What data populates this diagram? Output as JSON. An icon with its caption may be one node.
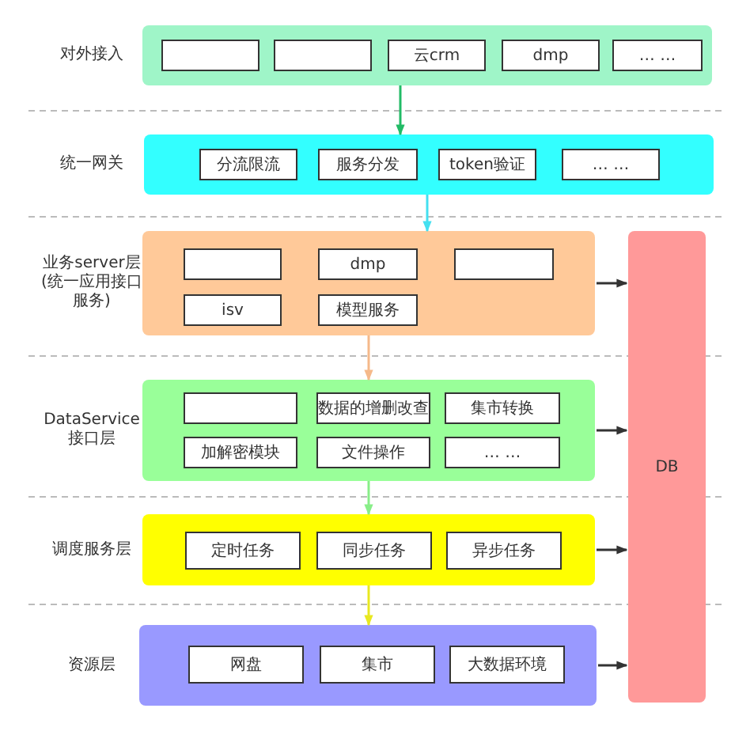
{
  "diagram": {
    "nodes": [
      {
        "text": [
          "对外接入"
        ]
      },
      {
        "text": [],
        "shape": "box",
        "in": 0
      },
      {
        "text": [],
        "shape": "box",
        "in": 0
      },
      {
        "text": [
          "云crm"
        ],
        "in": 0
      },
      {
        "text": [
          "dmp"
        ],
        "in": 0
      },
      {
        "text": [
          "… …"
        ],
        "in": 0
      },
      {
        "text": [
          "统一网关"
        ]
      },
      {
        "text": [
          "分流限流"
        ],
        "in": 6
      },
      {
        "text": [
          "服务分发"
        ],
        "in": 6
      },
      {
        "text": [
          "token验证"
        ],
        "in": 6
      },
      {
        "text": [
          "… …"
        ],
        "in": 6
      },
      {
        "text": [
          "业务server层(统一应用接口服务)"
        ]
      },
      {
        "text": [],
        "shape": "box",
        "in": 11
      },
      {
        "text": [
          "dmp"
        ],
        "in": 11
      },
      {
        "text": [],
        "shape": "box",
        "in": 11
      },
      {
        "text": [
          "isv"
        ],
        "in": 11
      },
      {
        "text": [
          "模型服务"
        ],
        "in": 11
      },
      {
        "text": [
          "DataService接口层"
        ]
      },
      {
        "text": [],
        "shape": "box",
        "in": 17
      },
      {
        "text": [
          "数据的增删改查"
        ],
        "in": 17
      },
      {
        "text": [
          "集市转换"
        ],
        "in": 17
      },
      {
        "text": [
          "加解密模块"
        ],
        "in": 17
      },
      {
        "text": [
          "文件操作"
        ],
        "in": 17
      },
      {
        "text": [
          "… …"
        ],
        "in": 17
      },
      {
        "text": [
          "调度服务层"
        ]
      },
      {
        "text": [
          "定时任务"
        ],
        "in": 24
      },
      {
        "text": [
          "同步任务"
        ],
        "in": 24
      },
      {
        "text": [
          "异步任务"
        ],
        "in": 24
      },
      {
        "text": [
          "资源层"
        ]
      },
      {
        "text": [
          "网盘"
        ],
        "in": 28
      },
      {
        "text": [
          "集市"
        ],
        "in": 28
      },
      {
        "text": [
          "大数据环境"
        ],
        "in": 28
      },
      {
        "text": [
          "DB"
        ]
      }
    ],
    "edges": [
      {
        "from": 0,
        "to": 6,
        "arrow": "to",
        "color": "#22bb66"
      },
      {
        "from": 6,
        "to": 11,
        "arrow": "to",
        "color": "#44e0f0"
      },
      {
        "from": 11,
        "to": 17,
        "arrow": "to",
        "color": "#f5b98a"
      },
      {
        "from": 17,
        "to": 24,
        "arrow": "to",
        "color": "#88ee88"
      },
      {
        "from": 24,
        "to": 28,
        "arrow": "to",
        "color": "#e8e820"
      },
      {
        "from": 11,
        "to": 32,
        "arrow": "to"
      },
      {
        "from": 17,
        "to": 32,
        "arrow": "to"
      },
      {
        "from": 24,
        "to": 32,
        "arrow": "to"
      },
      {
        "from": 28,
        "to": 32,
        "arrow": "to"
      }
    ]
  }
}
